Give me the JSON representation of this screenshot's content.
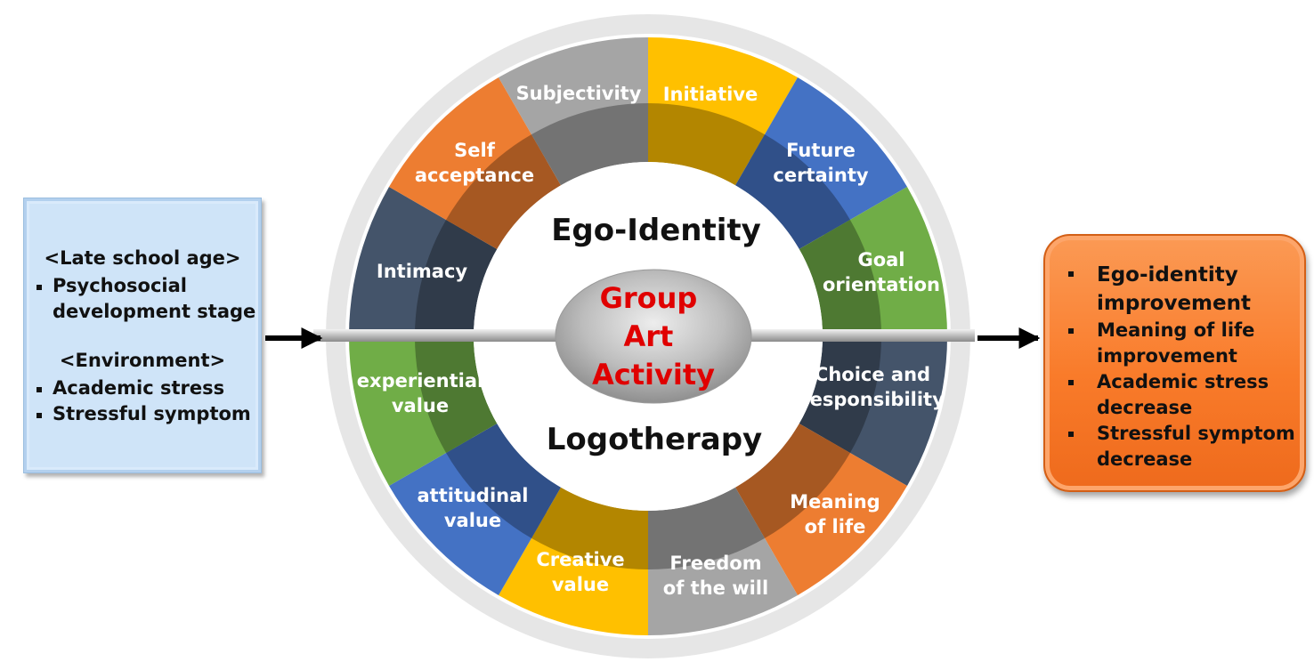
{
  "left_box": {
    "header_1": "<Late school age>",
    "items_1": [
      "Psychosocial development stage"
    ],
    "header_2": "<Environment>",
    "items_2": [
      "Academic stress",
      "Stressful symptom"
    ]
  },
  "wheel": {
    "top_title": "Ego-Identity",
    "bottom_title": "Logotherapy",
    "center_label": [
      "Group",
      "Art",
      "Activity"
    ],
    "segments": [
      {
        "label": [
          "Initiative"
        ],
        "color": "#ffc000"
      },
      {
        "label": [
          "Future",
          "certainty"
        ],
        "color": "#4472c4"
      },
      {
        "label": [
          "Goal",
          "orientation"
        ],
        "color": "#70ad47"
      },
      {
        "label": [
          "Choice and",
          "responsibility"
        ],
        "color": "#44546a"
      },
      {
        "label": [
          "Meaning",
          "of life"
        ],
        "color": "#ed7d31"
      },
      {
        "label": [
          "Freedom",
          "of the will"
        ],
        "color": "#a5a5a5"
      },
      {
        "label": [
          "Creative",
          "value"
        ],
        "color": "#ffc000"
      },
      {
        "label": [
          "attitudinal",
          "value"
        ],
        "color": "#4472c4"
      },
      {
        "label": [
          "experiential",
          "value"
        ],
        "color": "#70ad47"
      },
      {
        "label": [
          "Intimacy"
        ],
        "color": "#44546a"
      },
      {
        "label": [
          "Self",
          "acceptance"
        ],
        "color": "#ed7d31"
      },
      {
        "label": [
          "Subjectivity"
        ],
        "color": "#a5a5a5"
      }
    ]
  },
  "right_box": {
    "items": [
      "Ego-identity improvement",
      "Meaning of life improvement",
      "Academic stress decrease",
      "Stressful symptom decrease"
    ]
  },
  "colors": {
    "left_box_fill": "#cfe4f8",
    "right_box_fill": "#f97b2a",
    "center_text": "#e00000",
    "ring_outer": "#e6e6e6"
  }
}
